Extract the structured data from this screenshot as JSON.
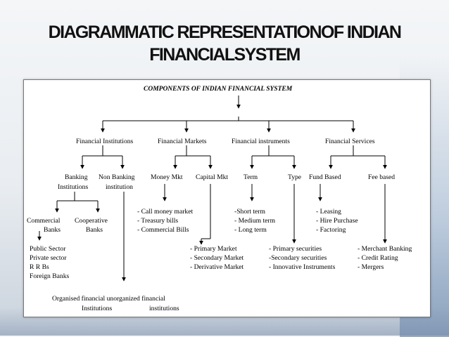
{
  "slide": {
    "title_line1": "DIAGRAMMATIC REPRESENTATIONOF INDIAN",
    "title_line2": "FINANCIALSYSTEM"
  },
  "diagram": {
    "header": "COMPONENTS OF INDIAN FINANCIAL SYSTEM",
    "categories": {
      "institutions": "Financial Institutions",
      "markets": "Financial Markets",
      "instruments": "Financial instruments",
      "services": "Financial Services"
    },
    "sub": {
      "banking_l1": "Banking",
      "banking_l2": "Institutions",
      "nonbanking_l1": "Non Banking",
      "nonbanking_l2": "institution",
      "money_mkt": "Money Mkt",
      "capital_mkt": "Capital Mkt",
      "term": "Term",
      "type": "Type",
      "fund_based": "Fund Based",
      "fee_based": "Fee based"
    },
    "banks": {
      "commercial_l1": "Commercial",
      "commercial_l2": "Banks",
      "cooperative_l1": "Cooperative",
      "cooperative_l2": "Banks"
    },
    "bank_types": [
      "Public Sector",
      "Private sector",
      "R R Bs",
      "Foreign Banks"
    ],
    "money_market_items": [
      "- Call money market",
      "- Treasury bills",
      "- Commercial Bills"
    ],
    "term_items": [
      "-Short term",
      "- Medium term",
      "- Long term"
    ],
    "fund_items": [
      "- Leasing",
      "- Hire Purchase",
      "- Factoring"
    ],
    "capital_market_items": [
      "- Primary Market",
      "- Secondary Market",
      "- Derivative Market"
    ],
    "type_items": [
      "- Primary securities",
      "-Secondary securities",
      "- Innovative Instruments"
    ],
    "fee_items": [
      "- Merchant Banking",
      "- Credit Rating",
      "- Mergers"
    ],
    "organised": {
      "line1": "Organised financial unorganized financial",
      "line2_left": "Institutions",
      "line2_right": "institutions"
    }
  }
}
